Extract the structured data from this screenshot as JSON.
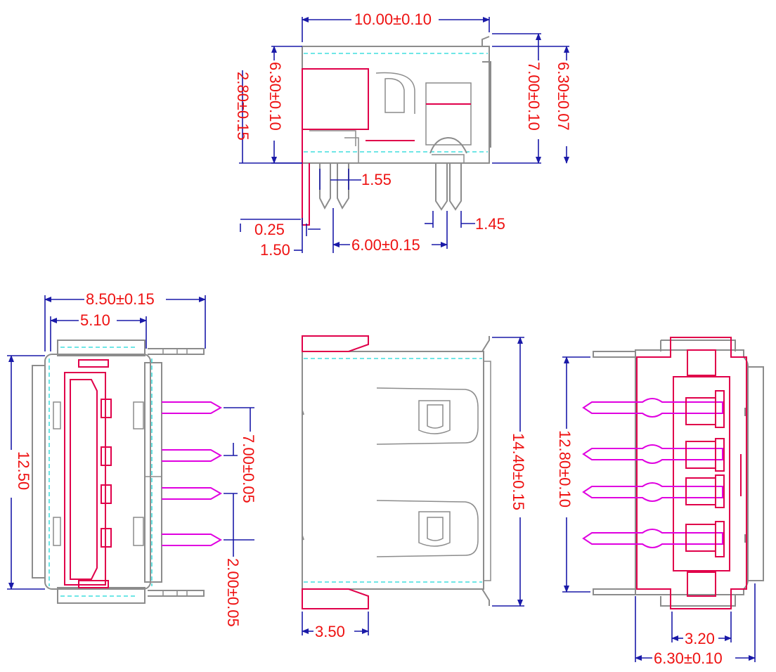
{
  "dimensions": {
    "top_width": "10.00±0.10",
    "top_height_left": "6.30±0.10",
    "top_pcb_height": "2.80±0.15",
    "top_height_right": "7.00±0.10",
    "top_height_overall": "6.30±0.07",
    "pin_width_1": "1.55",
    "pin_thickness": "0.25",
    "pin_offset": "1.50",
    "pin_spacing": "6.00±0.15",
    "pin_width_2": "1.45",
    "front_width": "8.50±0.15",
    "front_opening": "5.10",
    "front_height": "12.50",
    "pin_span": "7.00±0.05",
    "pin_pitch": "2.00±0.05",
    "side_depth": "3.50",
    "side_length": "14.40±0.15",
    "bottom_height": "12.80±0.10",
    "bottom_inner": "3.20",
    "bottom_width": "6.30±0.10"
  },
  "colors": {
    "outline": "#8c8c8c",
    "insulator": "#e0004a",
    "pins": "#e000e0",
    "hidden": "#19d6d6",
    "dimension_lines": "#1a1aa8",
    "dimension_text": "#ee1111"
  }
}
